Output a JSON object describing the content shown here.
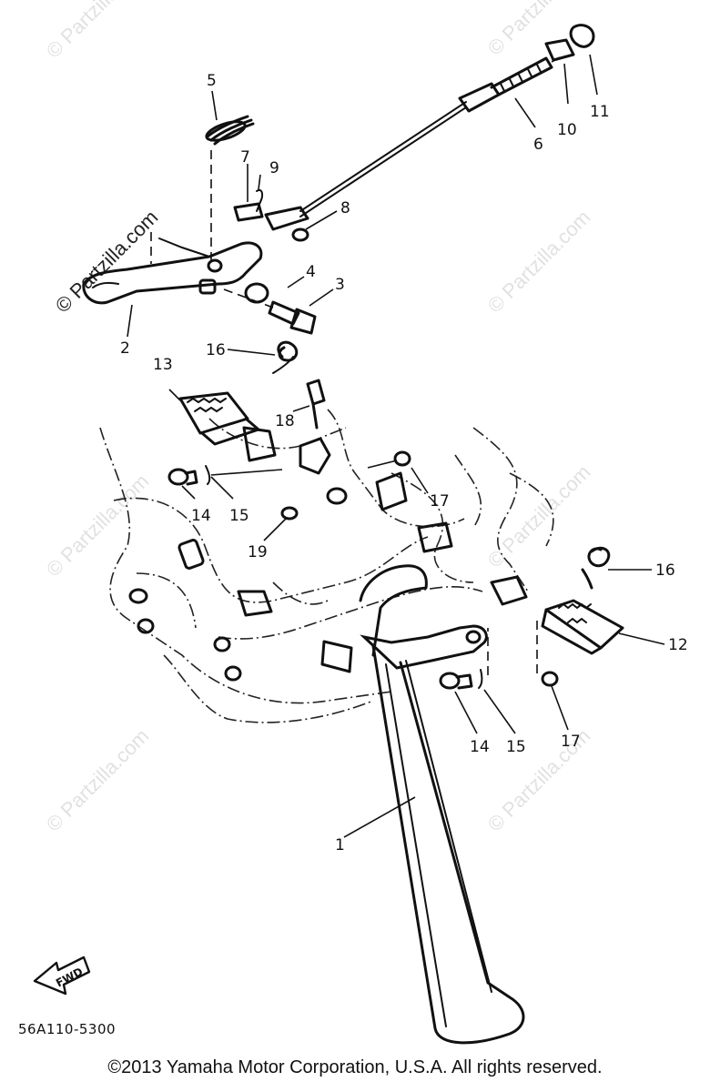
{
  "watermark": "© Partzilla.com",
  "callouts": {
    "c1": "1",
    "c2": "2",
    "c3": "3",
    "c4": "4",
    "c5": "5",
    "c6": "6",
    "c7": "7",
    "c8": "8",
    "c9": "9",
    "c10": "10",
    "c11": "11",
    "c12": "12",
    "c13": "13",
    "c14a": "14",
    "c14b": "14",
    "c15a": "15",
    "c15b": "15",
    "c16a": "16",
    "c16b": "16",
    "c17a": "17",
    "c17b": "17",
    "c18": "18",
    "c19": "19"
  },
  "fwd_label": "FWD",
  "diagram_code": "56A110-5300",
  "copyright": "©2013 Yamaha Motor Corporation, U.S.A. All rights reserved."
}
